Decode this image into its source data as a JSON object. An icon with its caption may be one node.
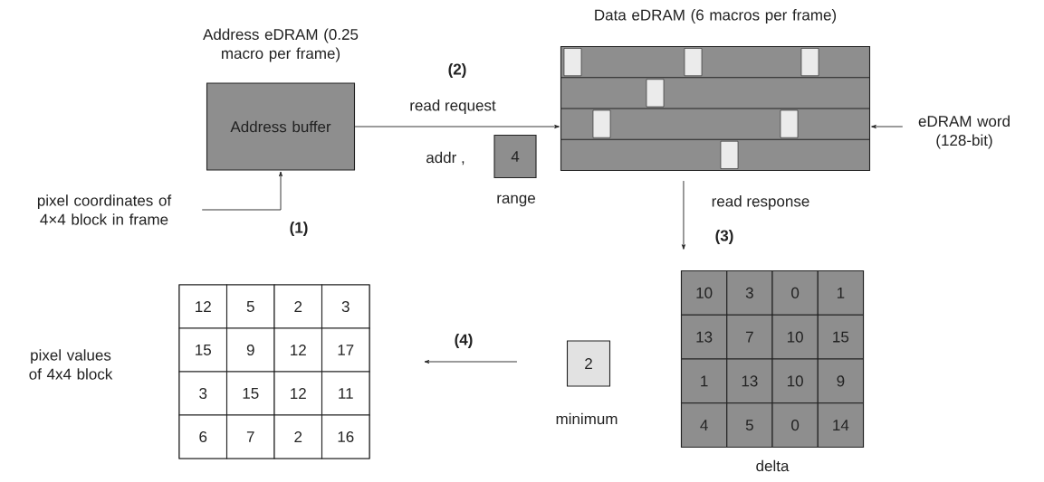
{
  "diagram": {
    "nodes": [
      {
        "text": [
          "Address eDRAM (0.25 macro per frame)",
          "Address buffer"
        ]
      },
      {
        "text": [
          "Data eDRAM (6 macros per frame)"
        ]
      },
      {
        "text": [
          "4"
        ],
        "beside": [
          "range"
        ]
      },
      {
        "text": [
          "eDRAM word (128-bit)"
        ]
      },
      {
        "text": [
          "pixel coordinates of 4×4 block in frame"
        ]
      },
      {
        "text": [
          "pixel values of 4x4 block"
        ]
      },
      {
        "text": [
          "12"
        ],
        "in": 5
      },
      {
        "text": [
          "5"
        ],
        "in": 5
      },
      {
        "text": [
          "2"
        ],
        "in": 5
      },
      {
        "text": [
          "3"
        ],
        "in": 5
      },
      {
        "text": [
          "15"
        ],
        "in": 5
      },
      {
        "text": [
          "9"
        ],
        "in": 5
      },
      {
        "text": [
          "12"
        ],
        "in": 5
      },
      {
        "text": [
          "17"
        ],
        "in": 5
      },
      {
        "text": [
          "3"
        ],
        "in": 5
      },
      {
        "text": [
          "15"
        ],
        "in": 5
      },
      {
        "text": [
          "12"
        ],
        "in": 5
      },
      {
        "text": [
          "11"
        ],
        "in": 5
      },
      {
        "text": [
          "6"
        ],
        "in": 5
      },
      {
        "text": [
          "7"
        ],
        "in": 5
      },
      {
        "text": [
          "2"
        ],
        "in": 5
      },
      {
        "text": [
          "16"
        ],
        "in": 5
      },
      {
        "text": [
          "2"
        ],
        "beside": [
          "minimum"
        ]
      },
      {
        "text": [
          "delta"
        ]
      },
      {
        "text": [
          "10"
        ],
        "in": 23
      },
      {
        "text": [
          "3"
        ],
        "in": 23
      },
      {
        "text": [
          "0"
        ],
        "in": 23
      },
      {
        "text": [
          "1"
        ],
        "in": 23
      },
      {
        "text": [
          "13"
        ],
        "in": 23
      },
      {
        "text": [
          "7"
        ],
        "in": 23
      },
      {
        "text": [
          "10"
        ],
        "in": 23
      },
      {
        "text": [
          "15"
        ],
        "in": 23
      },
      {
        "text": [
          "1"
        ],
        "in": 23
      },
      {
        "text": [
          "13"
        ],
        "in": 23
      },
      {
        "text": [
          "10"
        ],
        "in": 23
      },
      {
        "text": [
          "9"
        ],
        "in": 23
      },
      {
        "text": [
          "4"
        ],
        "in": 23
      },
      {
        "text": [
          "5"
        ],
        "in": 23
      },
      {
        "text": [
          "0"
        ],
        "in": 23
      },
      {
        "text": [
          "14"
        ],
        "in": 23
      }
    ],
    "edges": [
      {
        "from": 4,
        "to": 0,
        "arrow": "to"
      },
      {
        "from": 0,
        "to": 1,
        "arrow": "to",
        "label": "read request"
      },
      {
        "from": 3,
        "to": 1,
        "arrow": "to"
      },
      {
        "from": 1,
        "to": 23,
        "arrow": "to",
        "label": "read response"
      },
      {
        "from": 22,
        "to": 5,
        "arrow": "to",
        "label": "(4)"
      }
    ],
    "labels": [
      "(2)",
      "addr ,",
      "(1)",
      "(3)"
    ]
  }
}
